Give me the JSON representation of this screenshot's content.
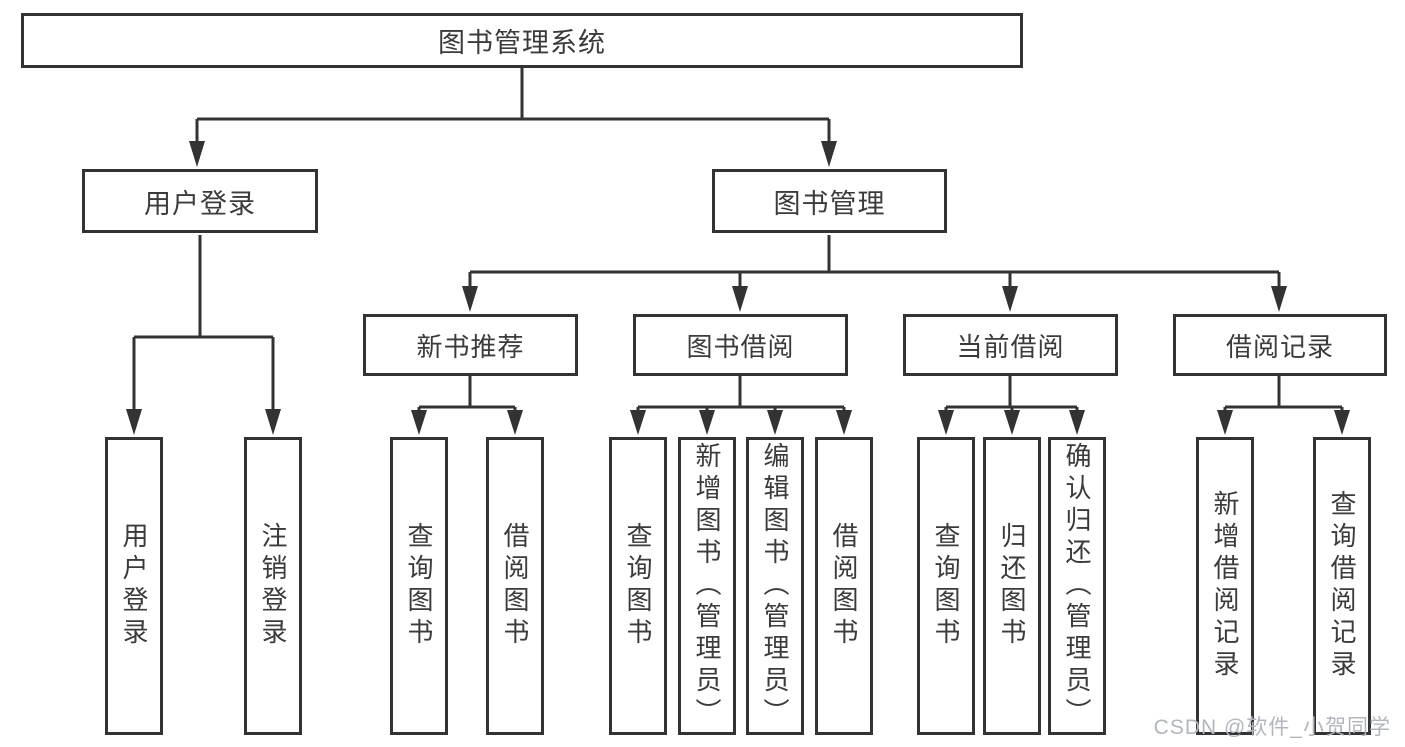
{
  "diagram": {
    "root": {
      "label": "图书管理系统"
    },
    "branches": [
      {
        "label": "用户登录",
        "leaves": [
          "用户登录",
          "注销登录"
        ]
      },
      {
        "label": "图书管理",
        "sections": [
          {
            "label": "新书推荐",
            "leaves": [
              "查询图书",
              "借阅图书"
            ]
          },
          {
            "label": "图书借阅",
            "leaves": [
              "查询图书",
              "新增图书（管理员）",
              "编辑图书（管理员）",
              "借阅图书"
            ]
          },
          {
            "label": "当前借阅",
            "leaves": [
              "查询图书",
              "归还图书",
              "确认归还（管理员）"
            ]
          },
          {
            "label": "借阅记录",
            "leaves": [
              "新增借阅记录",
              "查询借阅记录"
            ]
          }
        ]
      }
    ]
  },
  "watermark": "CSDN @软件_小贺同学",
  "colors": {
    "line": "#333333",
    "text": "#3b3b3b",
    "watermark": "#b1b6bd",
    "bg": "#ffffff"
  }
}
